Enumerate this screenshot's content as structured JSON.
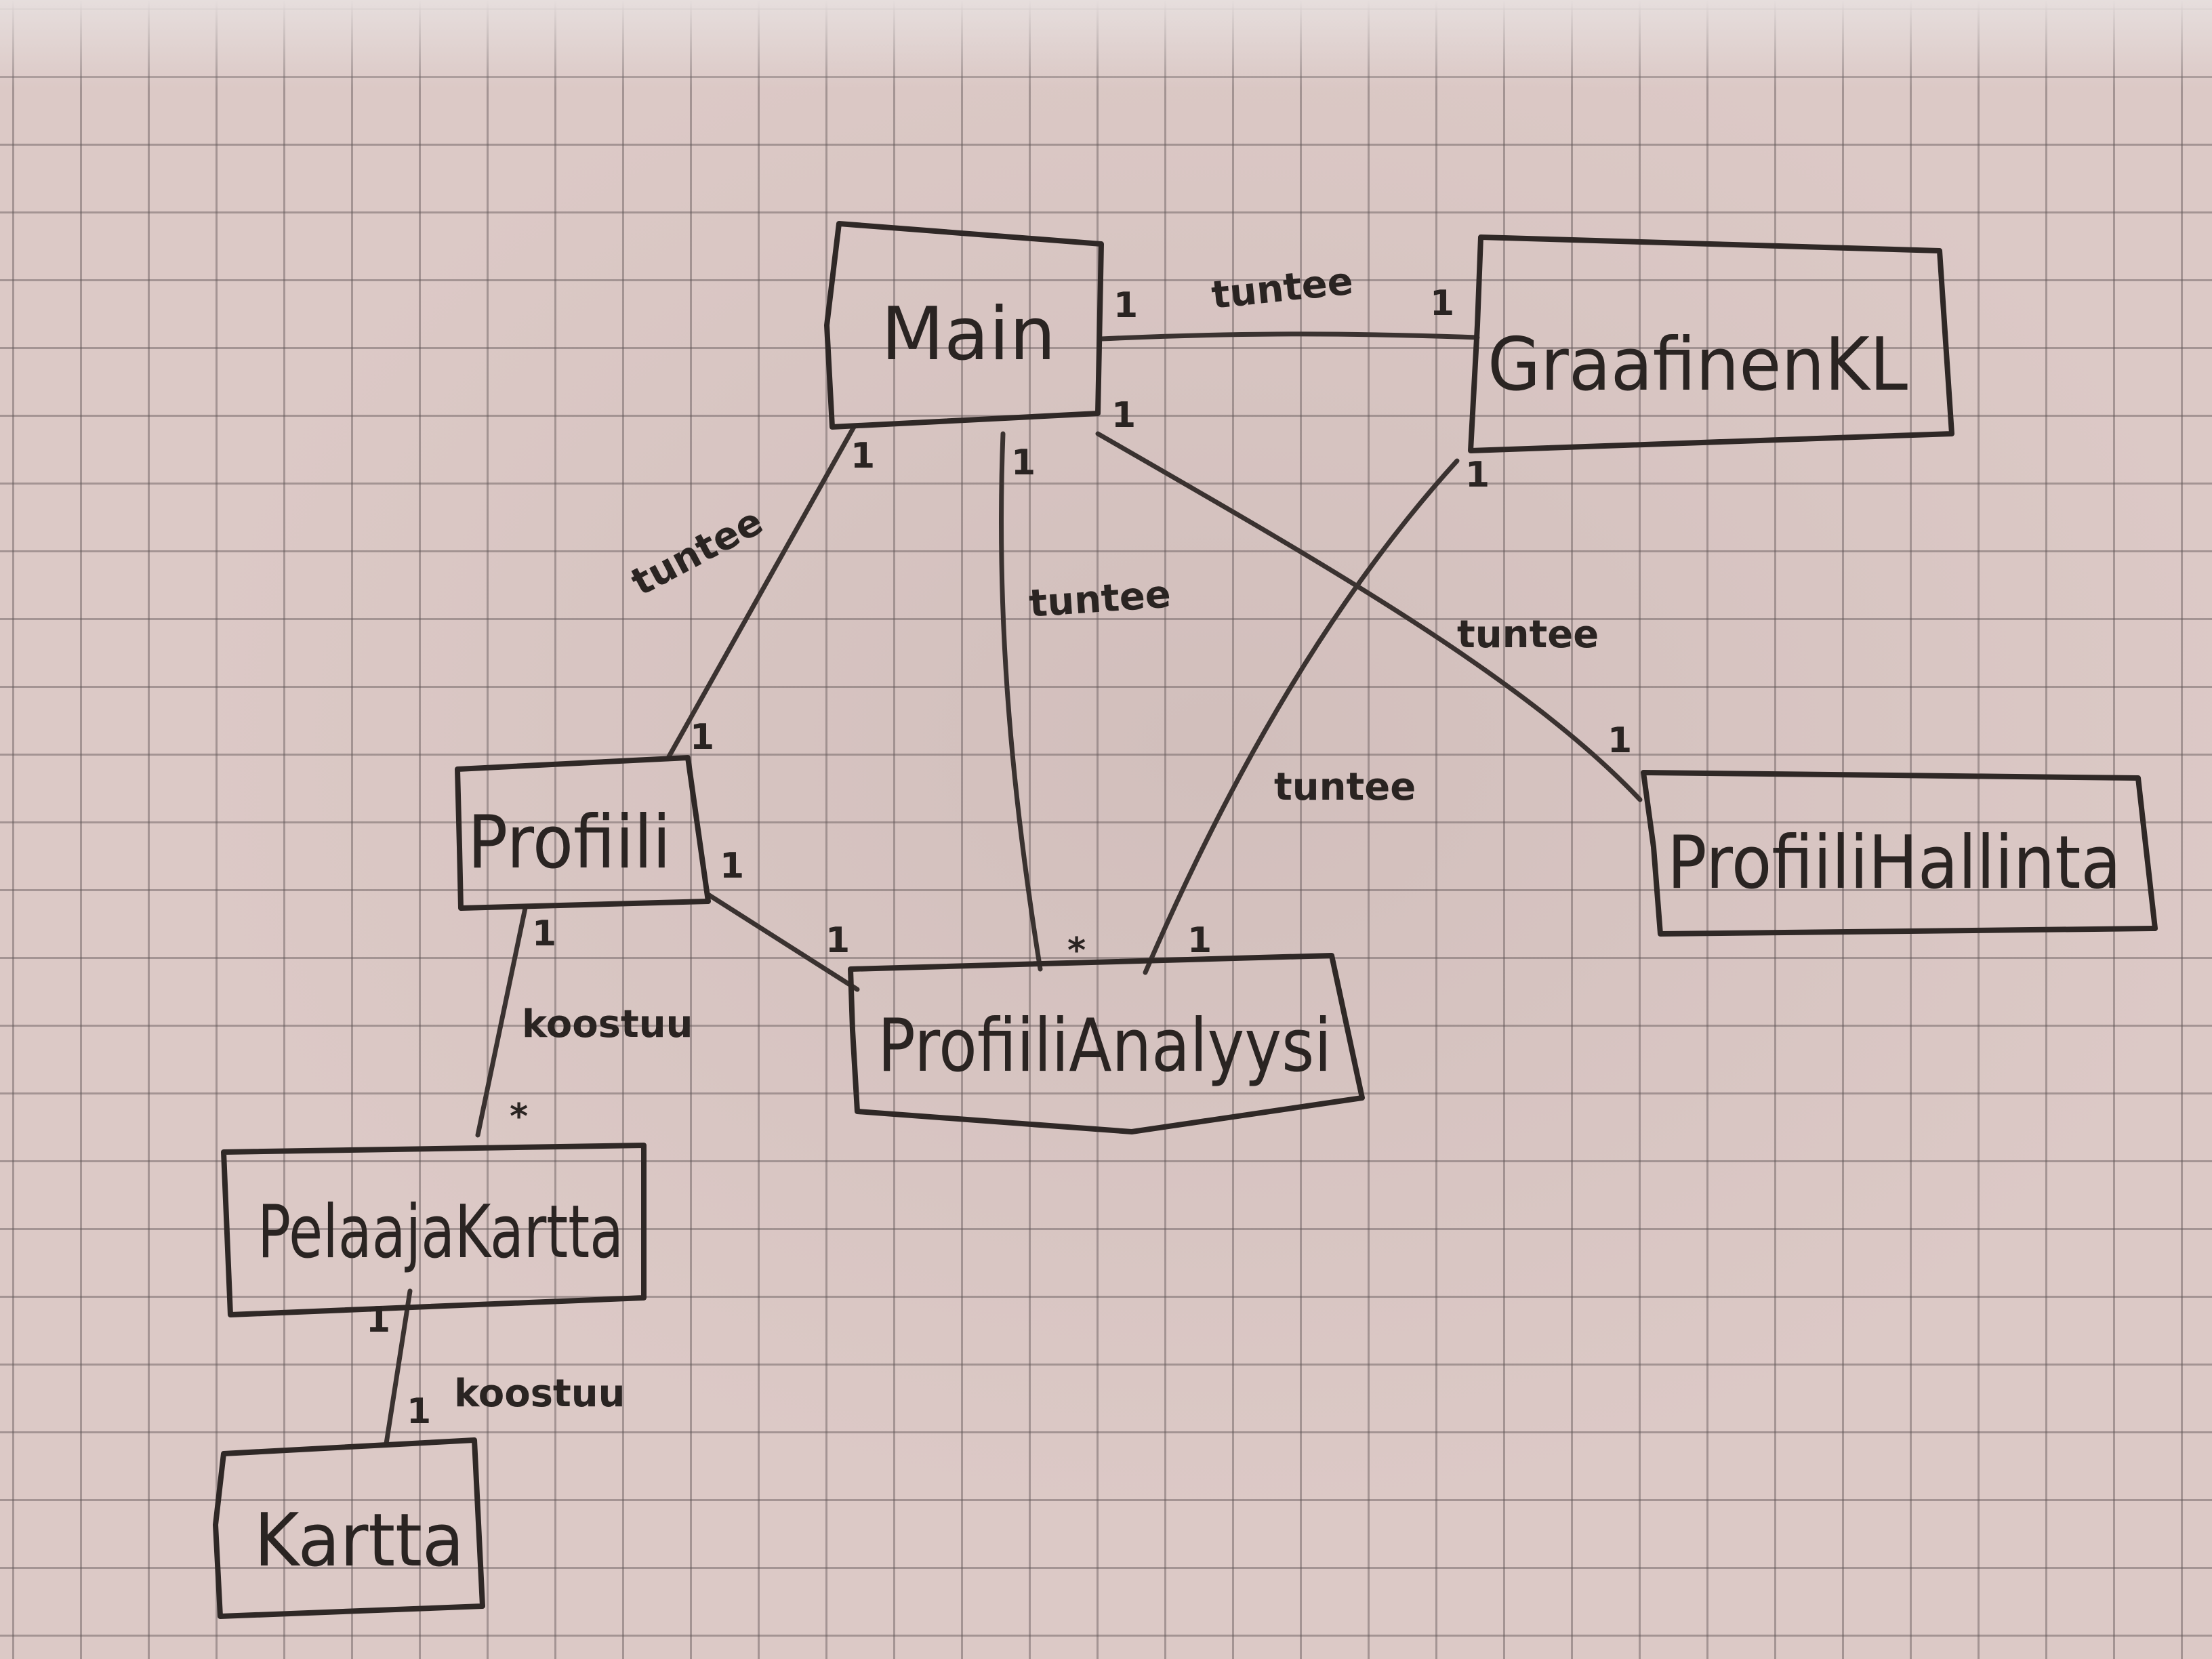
{
  "diagram": {
    "classes": [
      {
        "id": "main",
        "name": "Main"
      },
      {
        "id": "graafinen",
        "name": "GraafinenKL"
      },
      {
        "id": "profiili",
        "name": "Profiili"
      },
      {
        "id": "profiilihallinta",
        "name": "ProfiiliHallinta"
      },
      {
        "id": "profiilianalyysi",
        "name": "ProfiiliAnalyysi"
      },
      {
        "id": "pelaajakartta",
        "name": "PelaajaKartta"
      },
      {
        "id": "kartta",
        "name": "Kartta"
      }
    ],
    "associations": [
      {
        "id": "main-graafinen",
        "from": "Main",
        "to": "GraafinenKL",
        "label": "tuntee",
        "from_mult": "1",
        "to_mult": "1"
      },
      {
        "id": "main-profiili",
        "from": "Main",
        "to": "Profiili",
        "label": "tuntee",
        "from_mult": "1",
        "to_mult": "1"
      },
      {
        "id": "main-analyysi",
        "from": "Main",
        "to": "ProfiiliAnalyysi",
        "label": "tuntee",
        "from_mult": "1",
        "to_mult": "*"
      },
      {
        "id": "main-hallinta",
        "from": "Main",
        "to": "ProfiiliHallinta",
        "label": "tuntee",
        "from_mult": "1",
        "to_mult": "1"
      },
      {
        "id": "graafinen-analyysi",
        "from": "GraafinenKL",
        "to": "ProfiiliAnalyysi",
        "label": "tuntee",
        "from_mult": "1",
        "to_mult": "1"
      },
      {
        "id": "profiili-analyysi",
        "from": "Profiili",
        "to": "ProfiiliAnalyysi",
        "label": "",
        "from_mult": "1",
        "to_mult": "1"
      },
      {
        "id": "profiili-pelaajakartta",
        "from": "Profiili",
        "to": "PelaajaKartta",
        "label": "koostuu",
        "from_mult": "1",
        "to_mult": "*"
      },
      {
        "id": "pelaajakartta-kartta",
        "from": "PelaajaKartta",
        "to": "Kartta",
        "label": "koostuu",
        "from_mult": "1",
        "to_mult": "1"
      }
    ]
  },
  "colors": {
    "ink": "#2a2422",
    "paper": "#dcc9c6",
    "grid": "#5f5555"
  }
}
